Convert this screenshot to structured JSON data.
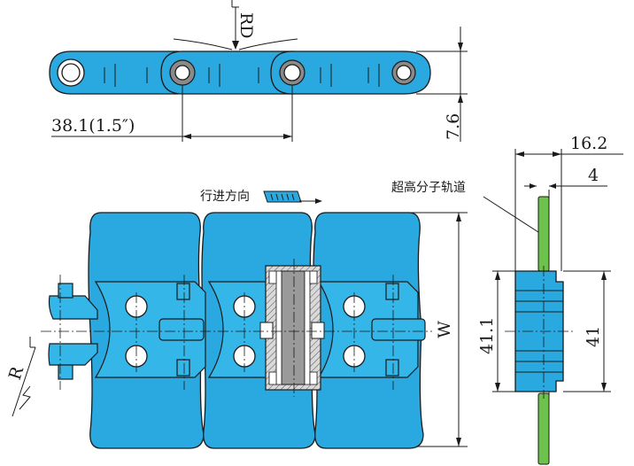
{
  "labels": {
    "rd": "RD",
    "pitch": "38.1(1.5″)",
    "link_height": "7.6",
    "total_width": "16.2",
    "track_offset": "4",
    "track_material": "超高分子轨道",
    "travel_direction": "行进方向",
    "width": "W",
    "body_height_outer": "41.1",
    "body_height_inner": "41",
    "radius": "R"
  },
  "colors": {
    "chain_blue": "#29a9df",
    "track_green": "#6cc24a",
    "pin_grey": "#8a8a8a"
  }
}
